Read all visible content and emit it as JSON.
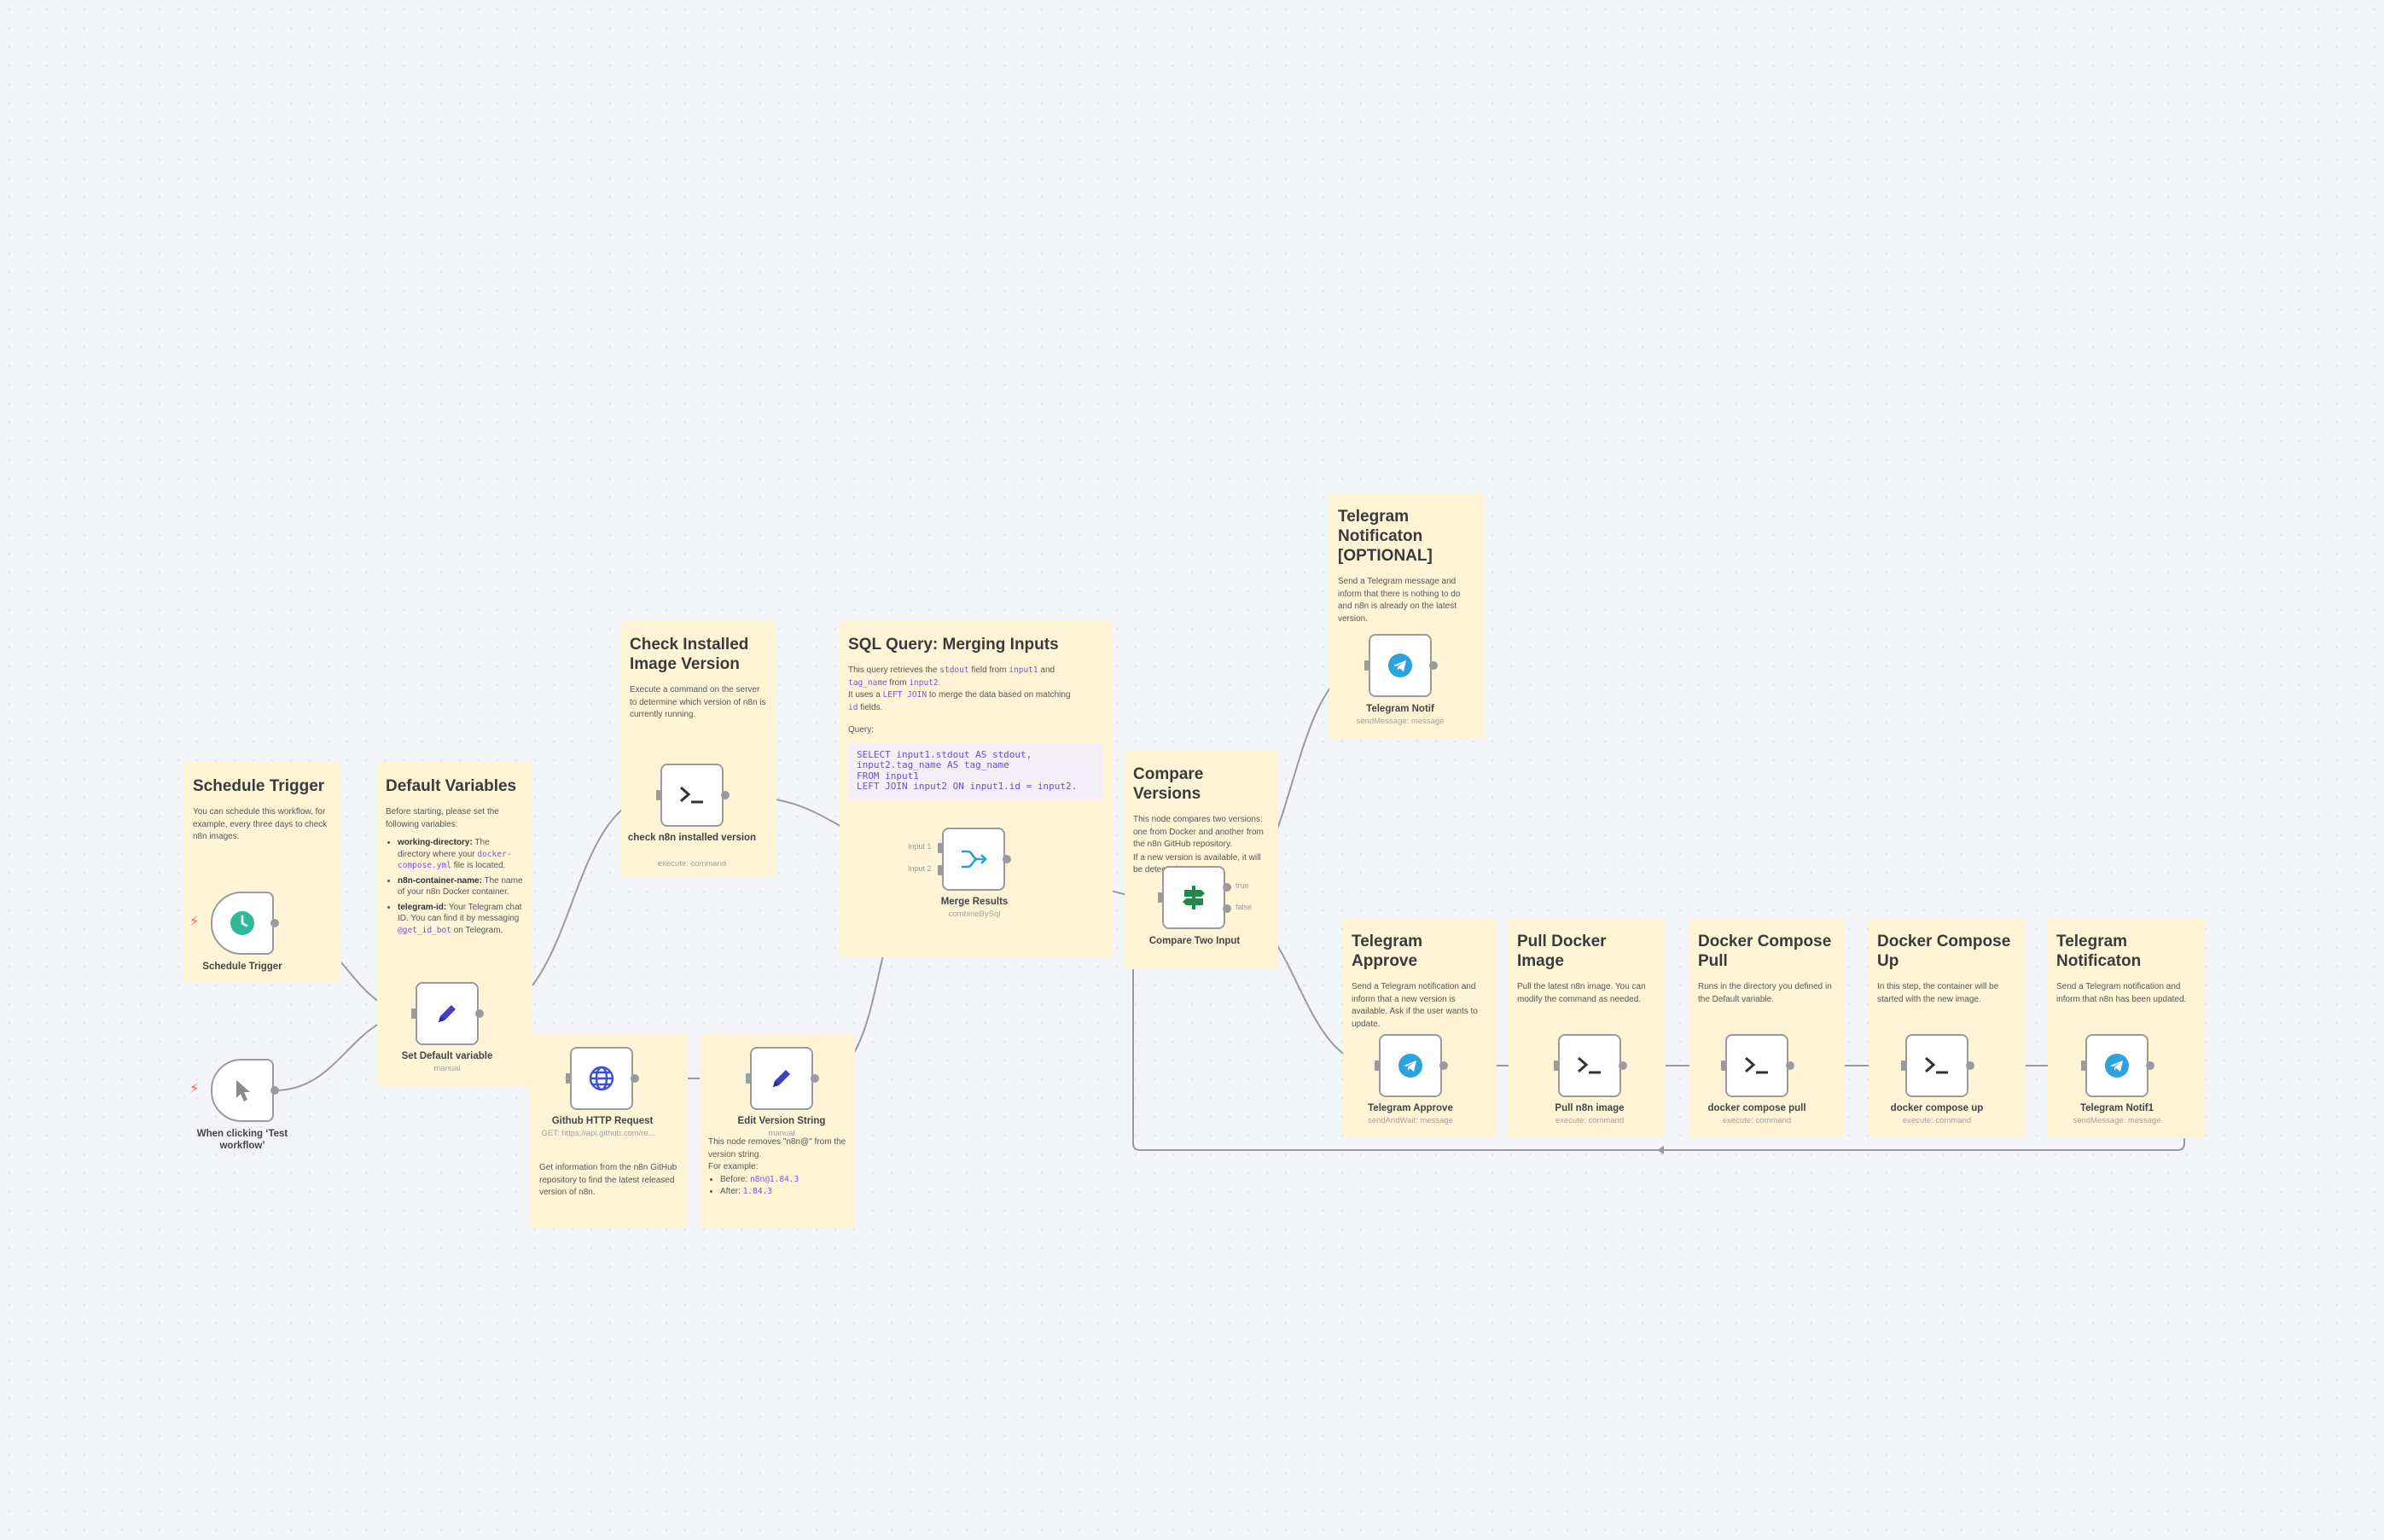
{
  "canvas": {
    "background": "#f3f5f8",
    "wire_color": "#9b9b9b"
  },
  "notes": {
    "schedule": {
      "title": "Schedule Trigger",
      "body": "You can schedule this workflow, for example, every three days to check n8n images."
    },
    "defaults": {
      "title": "Default Variables",
      "intro": "Before starting, please set the following variables:",
      "items": [
        {
          "key": "working-directory:",
          "pre": " The directory where your ",
          "code": "docker-compose.yml",
          "post": " file is located."
        },
        {
          "key": "n8n-container-name:",
          "pre": " The name of your n8n Docker container.",
          "code": "",
          "post": ""
        },
        {
          "key": "telegram-id:",
          "pre": " Your Telegram chat ID. You can find it by messaging ",
          "code": "@get_id_bot",
          "post": " on Telegram."
        }
      ]
    },
    "check": {
      "title": "Check Installed Image Version",
      "body": "Execute a command on the server to determine which version of n8n is currently running."
    },
    "sql": {
      "title": "SQL Query: Merging Inputs",
      "line1_a": "This query retrieves the ",
      "line1_code1": "stdout",
      "line1_b": " field from ",
      "line1_code2": "input1",
      "line1_c": " and ",
      "line2_code1": "tag_name",
      "line2_a": " from ",
      "line2_code2": "input2",
      "line2_b": ".",
      "line3_a": "It uses a ",
      "line3_code": "LEFT JOIN",
      "line3_b": " to merge the data based on matching ",
      "line4_code": "id",
      "line4_a": " fields.",
      "query_label": "Query:",
      "query": "SELECT input1.stdout AS stdout,\ninput2.tag_name AS tag_name\nFROM input1\nLEFT JOIN input2 ON input1.id = input2."
    },
    "compare": {
      "title": "Compare Versions",
      "body1": "This node compares two versions: one from Docker and another from the n8n GitHub repository.",
      "body2": "If a new version is available, it will be detected."
    },
    "tg_optional": {
      "title": "Telegram Notificaton [OPTIONAL]",
      "body": "Send a Telegram message and inform that there is nothing to do and n8n is already on the latest version."
    },
    "github": {
      "body": "Get information from the n8n GitHub repository to find the latest released version of n8n."
    },
    "edit_version": {
      "body": "This node removes \"n8n@\" from the version string.",
      "example": "For example:",
      "before_label": "Before: ",
      "before_value": "n8n@1.84.3",
      "after_label": "After: ",
      "after_value": "1.84.3"
    },
    "tg_approve": {
      "title": "Telegram Approve",
      "body": "Send a Telegram notification and inform that a new version is available. Ask if the user wants to update."
    },
    "pull": {
      "title": "Pull Docker Image",
      "body": "Pull the latest n8n image. You can modify the command as needed."
    },
    "compose_pull": {
      "title": "Docker Compose Pull",
      "body": "Runs in the directory you defined in the Default variable."
    },
    "compose_up": {
      "title": "Docker Compose Up",
      "body": "In this step, the container will be started with the new image."
    },
    "tg_notif": {
      "title": "Telegram Notificaton",
      "body": "Send a Telegram notification and inform that n8n has been updated."
    }
  },
  "nodes": {
    "schedule": {
      "label": "Schedule Trigger",
      "sub": "",
      "icon": "clock-icon"
    },
    "manual": {
      "label": "When clicking ‘Test workflow’",
      "sub": "",
      "icon": "cursor-icon"
    },
    "set_default": {
      "label": "Set Default variable",
      "sub": "manual",
      "icon": "pencil-icon"
    },
    "check_version": {
      "label": "check n8n installed version",
      "sub": "execute: command",
      "icon": "terminal-icon"
    },
    "github": {
      "label": "Github HTTP Request",
      "sub": "GET: https://api.github.com/re...",
      "icon": "globe-icon"
    },
    "edit_version": {
      "label": "Edit Version String",
      "sub": "manual",
      "icon": "pencil-icon"
    },
    "merge": {
      "label": "Merge Results",
      "sub": "combineBySql",
      "icon": "merge-icon",
      "input1": "Input 1",
      "input2": "Input 2"
    },
    "compare": {
      "label": "Compare Two Input",
      "sub": "",
      "icon": "signpost-icon",
      "out_true": "true",
      "out_false": "false"
    },
    "tg_notif_opt": {
      "label": "Telegram Notif",
      "sub": "sendMessage: message",
      "icon": "telegram-icon"
    },
    "tg_approve": {
      "label": "Telegram Approve",
      "sub": "sendAndWait: message",
      "icon": "telegram-icon"
    },
    "pull": {
      "label": "Pull n8n image",
      "sub": "execute: command",
      "icon": "terminal-icon"
    },
    "compose_pull": {
      "label": "docker compose pull",
      "sub": "execute: command",
      "icon": "terminal-icon"
    },
    "compose_up": {
      "label": "docker compose up",
      "sub": "execute: command",
      "icon": "terminal-icon"
    },
    "tg_notif1": {
      "label": "Telegram Notif1",
      "sub": "sendMessage: message",
      "icon": "telegram-icon"
    }
  },
  "colors": {
    "sticky": "#fff5d6",
    "code": "#7a55d6",
    "clock": "#2fb89a",
    "pencil": "#3f3fc4",
    "globe": "#3b4fd8",
    "merge": "#2aa3c9",
    "signpost": "#1f8a4c",
    "telegram": "#2aa3e0",
    "bolt": "#ff5a4e"
  }
}
